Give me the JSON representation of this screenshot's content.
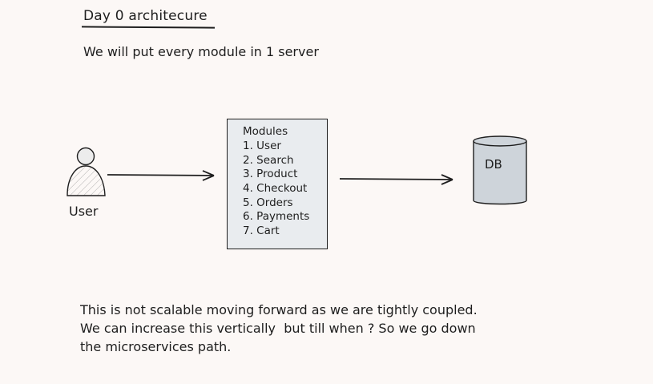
{
  "title": "Day 0 architecure",
  "subtitle": "We will put every module in 1 server",
  "user": {
    "label": "User"
  },
  "modules": {
    "title": "Modules",
    "items": [
      "1. User",
      "2. Search",
      "3. Product",
      "4. Checkout",
      "5. Orders",
      "6. Payments",
      "7. Cart"
    ]
  },
  "database": {
    "label": "DB"
  },
  "note": {
    "lines": [
      "This is not scalable moving forward as we are tightly coupled.",
      "We can increase this vertically  but till when ? So we go down",
      "the microservices path."
    ]
  },
  "colors": {
    "background": "#fcf8f6",
    "stroke": "#1e1e1e",
    "box_fill": "#e9ecef",
    "db_fill": "#ced4da"
  }
}
